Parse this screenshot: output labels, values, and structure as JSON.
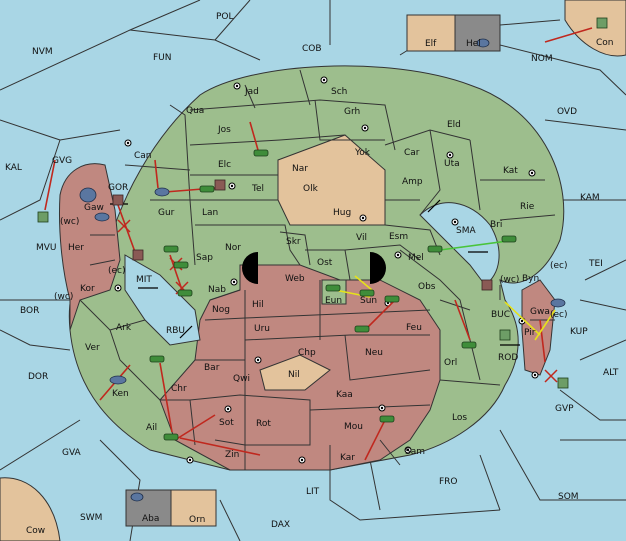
{
  "colors": {
    "sea": "#a9d6e5",
    "green_player": "#9dbe8d",
    "red_player": "#c08880",
    "neutral": "#e3c39c",
    "grey": "#8a8a8a",
    "order_red": "#c0281e",
    "order_yellow": "#e6e21a",
    "order_green": "#49c43a"
  },
  "sea_labels": [
    "POL",
    "NVM",
    "FUN",
    "COB",
    "NOM",
    "OVD",
    "KAL",
    "GVG",
    "GOR",
    "MVU",
    "KAM",
    "TEI",
    "SMA",
    "BOR",
    "MIT",
    "RBU",
    "BUC",
    "KUP",
    "ROD",
    "ALT",
    "DOR",
    "GVA",
    "GVP",
    "LIT",
    "FRO",
    "SOM",
    "SWM",
    "DAX"
  ],
  "territories": {
    "green": [
      "Jad",
      "Sch",
      "Qua",
      "Grh",
      "Jos",
      "Eld",
      "Can",
      "Yok",
      "Car",
      "Elc",
      "Uta",
      "Kat",
      "Amp",
      "Tel",
      "Gur",
      "Lan",
      "Rie",
      "Nor",
      "Vil",
      "Esm",
      "Bri",
      "Skr",
      "Ost",
      "Mel",
      "Sap",
      "Web",
      "Byn",
      "Obs",
      "Ver",
      "Orl",
      "Ken",
      "Los"
    ],
    "red": [
      "Gaw",
      "Her",
      "Kor",
      "Ark",
      "Nab",
      "Hil",
      "Eun",
      "Sun",
      "Nog",
      "Uru",
      "Feu",
      "Chp",
      "Neu",
      "Bar",
      "Qwi",
      "Nil",
      "Chr",
      "Kaa",
      "Sot",
      "Rot",
      "Ail",
      "Mou",
      "Zin",
      "Kar",
      "Sam",
      "Gwa",
      "Pir"
    ],
    "neutral": [
      "Nar",
      "Olk",
      "Hug",
      "Elf",
      "Orn",
      "Con",
      "Cow"
    ],
    "grey": [
      "Hel",
      "Aba"
    ]
  },
  "coast_tags": [
    "(wc)",
    "(ec)",
    "(wc)",
    "(wc)",
    "(ec)",
    "(ec)"
  ]
}
